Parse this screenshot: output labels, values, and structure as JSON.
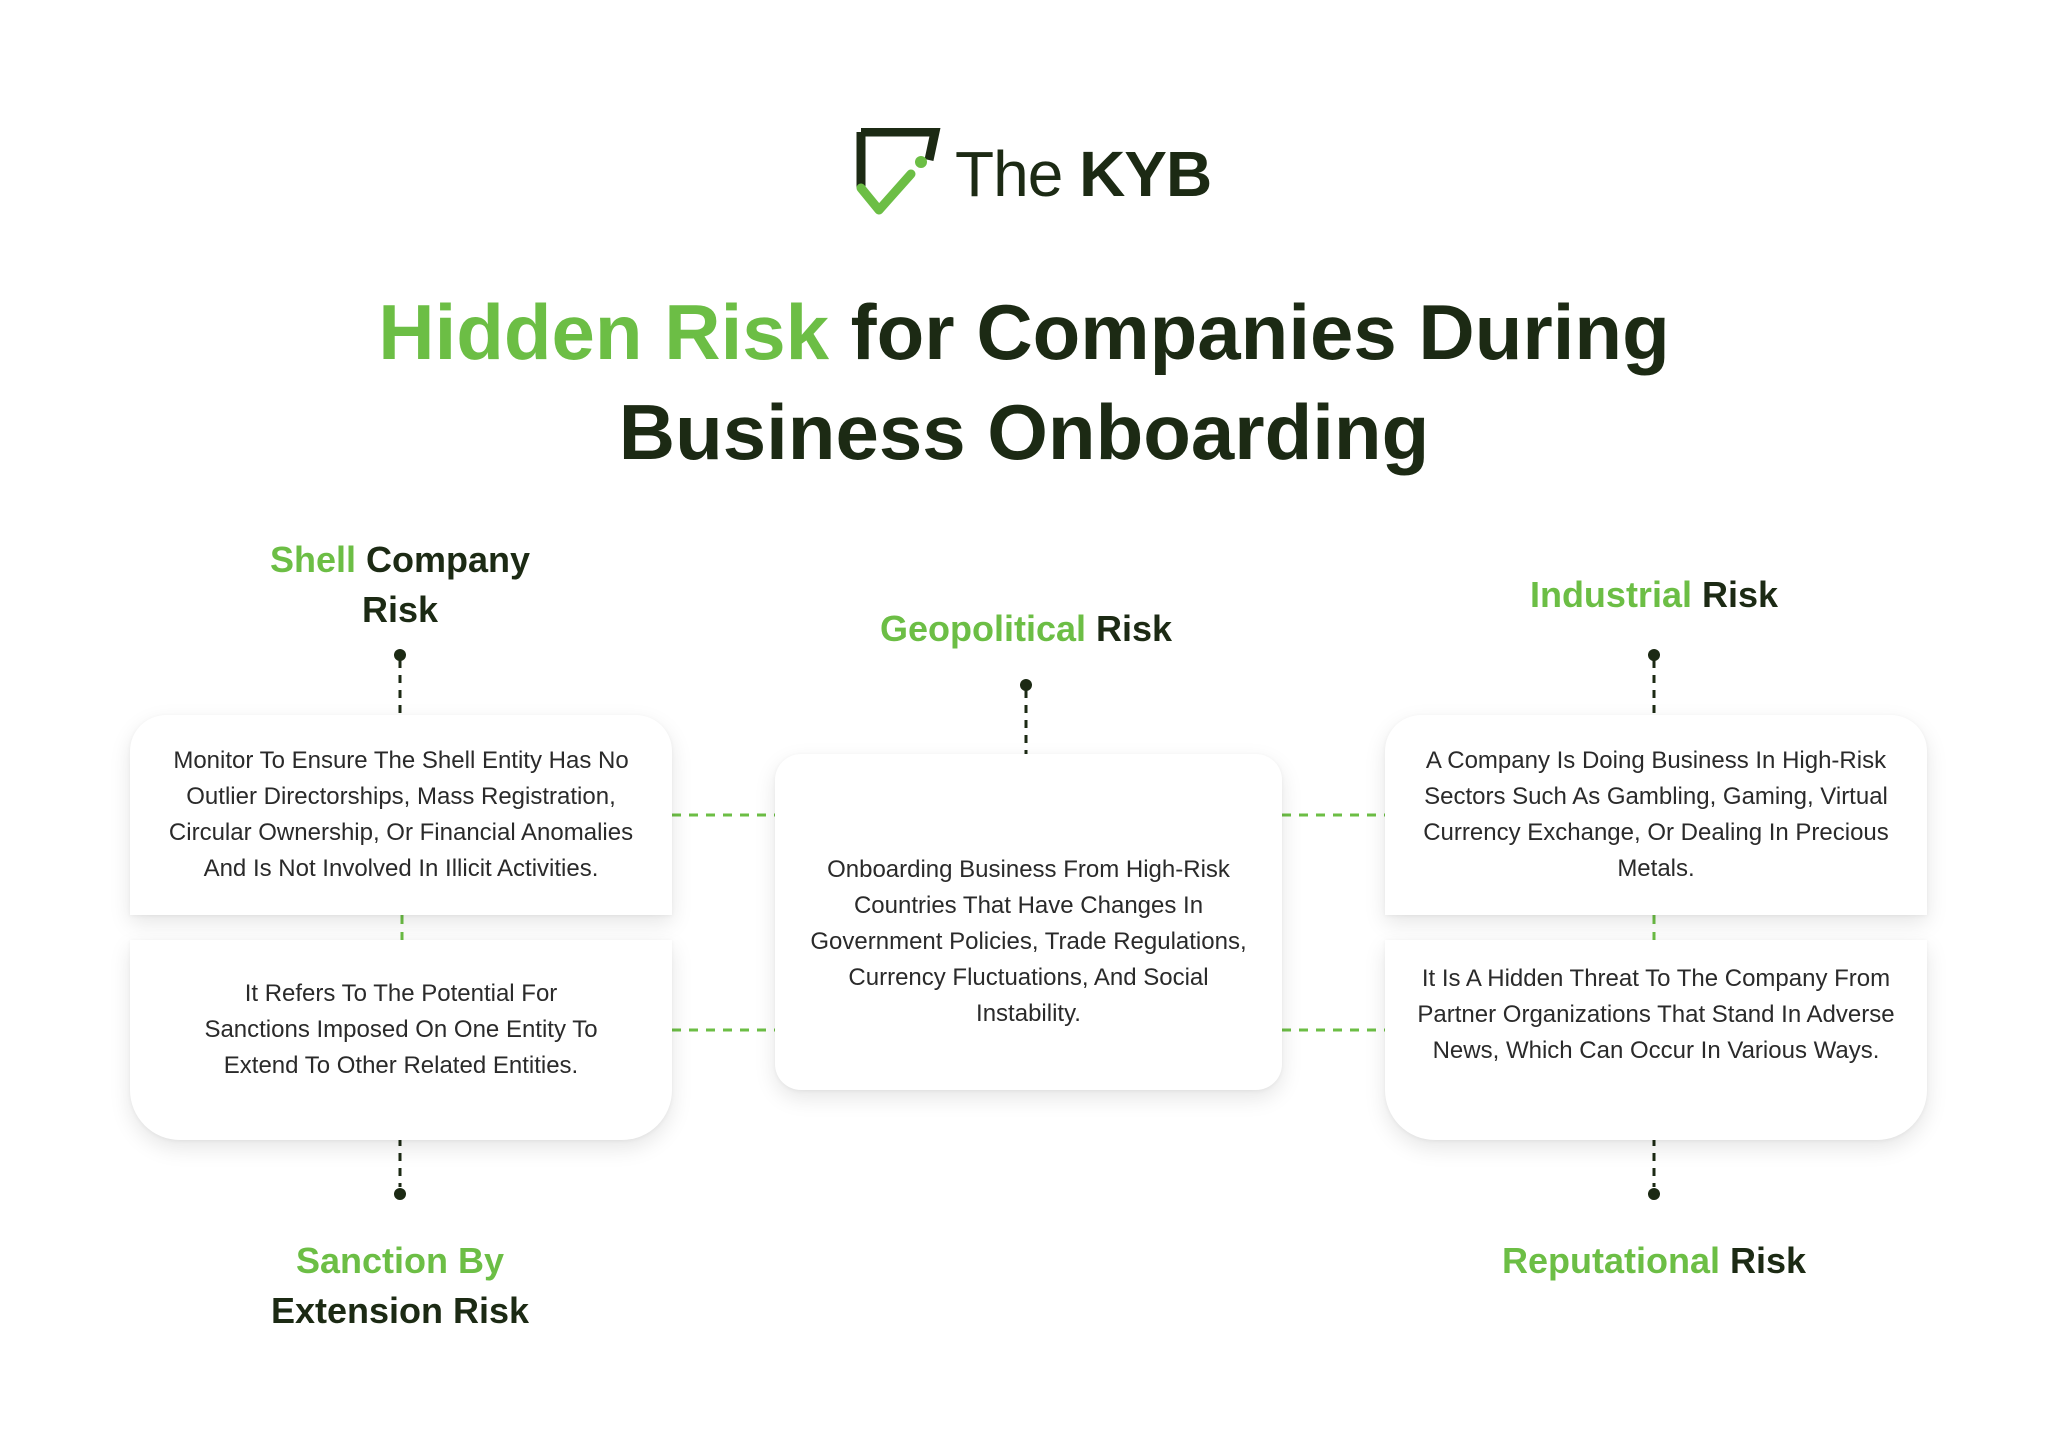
{
  "brand": {
    "logo_the": "The",
    "logo_kyb": "KYB",
    "colors": {
      "green": "#6cbe45",
      "dark": "#1c2a14"
    }
  },
  "title": {
    "highlight": "Hidden Risk",
    "line1_rest": " for Companies During",
    "line2": "Business Onboarding"
  },
  "risks": {
    "shell": {
      "heading_green": "Shell",
      "heading_dark": " Company",
      "heading_line2": "Risk",
      "text": "Monitor To Ensure The Shell Entity Has No Outlier Directorships, Mass Registration, Circular Ownership, Or Financial Anomalies And Is Not Involved In Illicit Activities."
    },
    "sanction": {
      "heading_green": "Sanction By",
      "heading_line2": "Extension Risk",
      "text": "It Refers To The Potential For Sanctions Imposed On One Entity To Extend To Other Related Entities."
    },
    "geopolitical": {
      "heading_green": "Geopolitical",
      "heading_dark": " Risk",
      "text": "Onboarding Business From High-Risk Countries That Have Changes In Government Policies, Trade Regulations, Currency Fluctuations, And Social Instability."
    },
    "industrial": {
      "heading_green": "Industrial",
      "heading_dark": " Risk",
      "text": "A Company Is Doing Business In High-Risk Sectors Such As Gambling, Gaming, Virtual Currency Exchange, Or Dealing In Precious Metals."
    },
    "reputational": {
      "heading_green": "Reputational",
      "heading_dark": " Risk",
      "text": "It Is A Hidden Threat To The Company From Partner Organizations That Stand In Adverse News, Which Can Occur In Various Ways."
    }
  }
}
